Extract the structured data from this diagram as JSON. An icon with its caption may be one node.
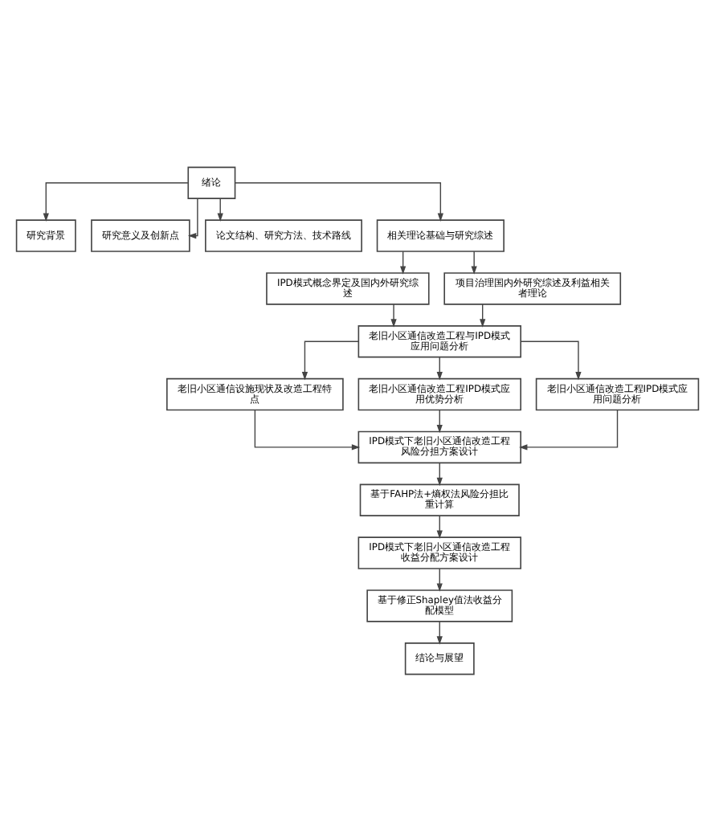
{
  "diagram": {
    "nodes": [
      {
        "text": [
          "绪论"
        ]
      },
      {
        "text": [
          "研究背景"
        ]
      },
      {
        "text": [
          "研究意义及创新点"
        ]
      },
      {
        "text": [
          "论文结构、研究方法、技术路线"
        ]
      },
      {
        "text": [
          "相关理论基础与研究综述"
        ]
      },
      {
        "text": [
          "IPD模式概念界定及国内外研究综述"
        ]
      },
      {
        "text": [
          "项目治理国内外研究综述及利益相关者理论"
        ]
      },
      {
        "text": [
          "老旧小区通信改造工程与IPD模式应用问题分析"
        ]
      },
      {
        "text": [
          "老旧小区通信设施现状及改造工程特点"
        ]
      },
      {
        "text": [
          "老旧小区通信改造工程IPD模式应用优势分析"
        ]
      },
      {
        "text": [
          "老旧小区通信改造工程IPD模式应用问题分析"
        ]
      },
      {
        "text": [
          "IPD模式下老旧小区通信改造工程风险分担方案设计"
        ]
      },
      {
        "text": [
          "基于FAHP法+熵权法风险分担比重计算"
        ]
      },
      {
        "text": [
          "IPD模式下老旧小区通信改造工程收益分配方案设计"
        ]
      },
      {
        "text": [
          "基于修正Shapley值法收益分配模型"
        ]
      },
      {
        "text": [
          "结论与展望"
        ]
      }
    ],
    "edges": [
      {
        "from": 0,
        "to": 1,
        "arrow": "to"
      },
      {
        "from": 0,
        "to": 2,
        "arrow": "to"
      },
      {
        "from": 0,
        "to": 3,
        "arrow": "to"
      },
      {
        "from": 0,
        "to": 4,
        "arrow": "to"
      },
      {
        "from": 4,
        "to": 5,
        "arrow": "to"
      },
      {
        "from": 4,
        "to": 6,
        "arrow": "to"
      },
      {
        "from": 5,
        "to": 7,
        "arrow": "to"
      },
      {
        "from": 6,
        "to": 7,
        "arrow": "to"
      },
      {
        "from": 7,
        "to": 8,
        "arrow": "to"
      },
      {
        "from": 7,
        "to": 9,
        "arrow": "to"
      },
      {
        "from": 7,
        "to": 10,
        "arrow": "to"
      },
      {
        "from": 8,
        "to": 11,
        "arrow": "to"
      },
      {
        "from": 9,
        "to": 11,
        "arrow": "to"
      },
      {
        "from": 10,
        "to": 11,
        "arrow": "to"
      },
      {
        "from": 11,
        "to": 12,
        "arrow": "to"
      },
      {
        "from": 12,
        "to": 13,
        "arrow": "to"
      },
      {
        "from": 13,
        "to": 14,
        "arrow": "to"
      },
      {
        "from": 14,
        "to": 15,
        "arrow": "to"
      }
    ]
  }
}
